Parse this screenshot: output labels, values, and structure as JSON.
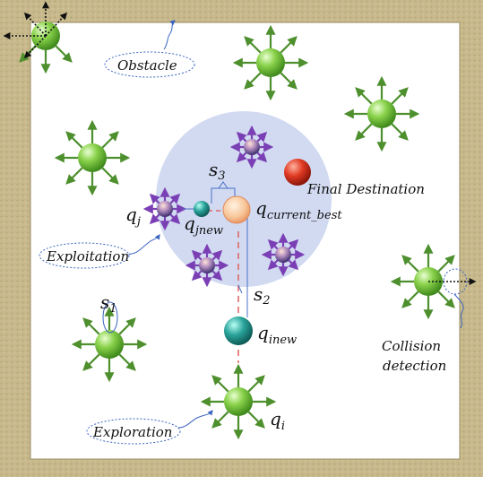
{
  "labels": {
    "obstacle": "Obstacle",
    "final_destination": "Final Destination",
    "exploitation": "Exploitation",
    "exploration": "Exploration",
    "collision_line1": "Collision",
    "collision_line2": "detection",
    "s1": "s",
    "s1_sub": "1",
    "s2": "s",
    "s2_sub": "2",
    "s3": "s",
    "s3_sub": "3",
    "qj": "q",
    "qj_sub": "j",
    "qjnew": "q",
    "qjnew_sub": "jnew",
    "qcurrent": "q",
    "qcurrent_sub": "current_best",
    "qinew": "q",
    "qinew_sub": "inew",
    "qi": "q",
    "qi_sub": "i"
  },
  "colors": {
    "frame": "#c9b98a",
    "frame_inner": "#a89a6a",
    "green_particle": "#6cc03a",
    "green_arrow": "#4e8f2e",
    "purple_arrow": "#7b3fb5",
    "region": "#c9d3ef",
    "destination": "#d43520",
    "current_best": "#f6b98a",
    "teal": "#2aa39a",
    "dashed_path": "#e06a6a",
    "connector": "#4a70c8"
  },
  "icons": {
    "green": "green-particle-icon",
    "purple": "purple-particle-icon"
  }
}
